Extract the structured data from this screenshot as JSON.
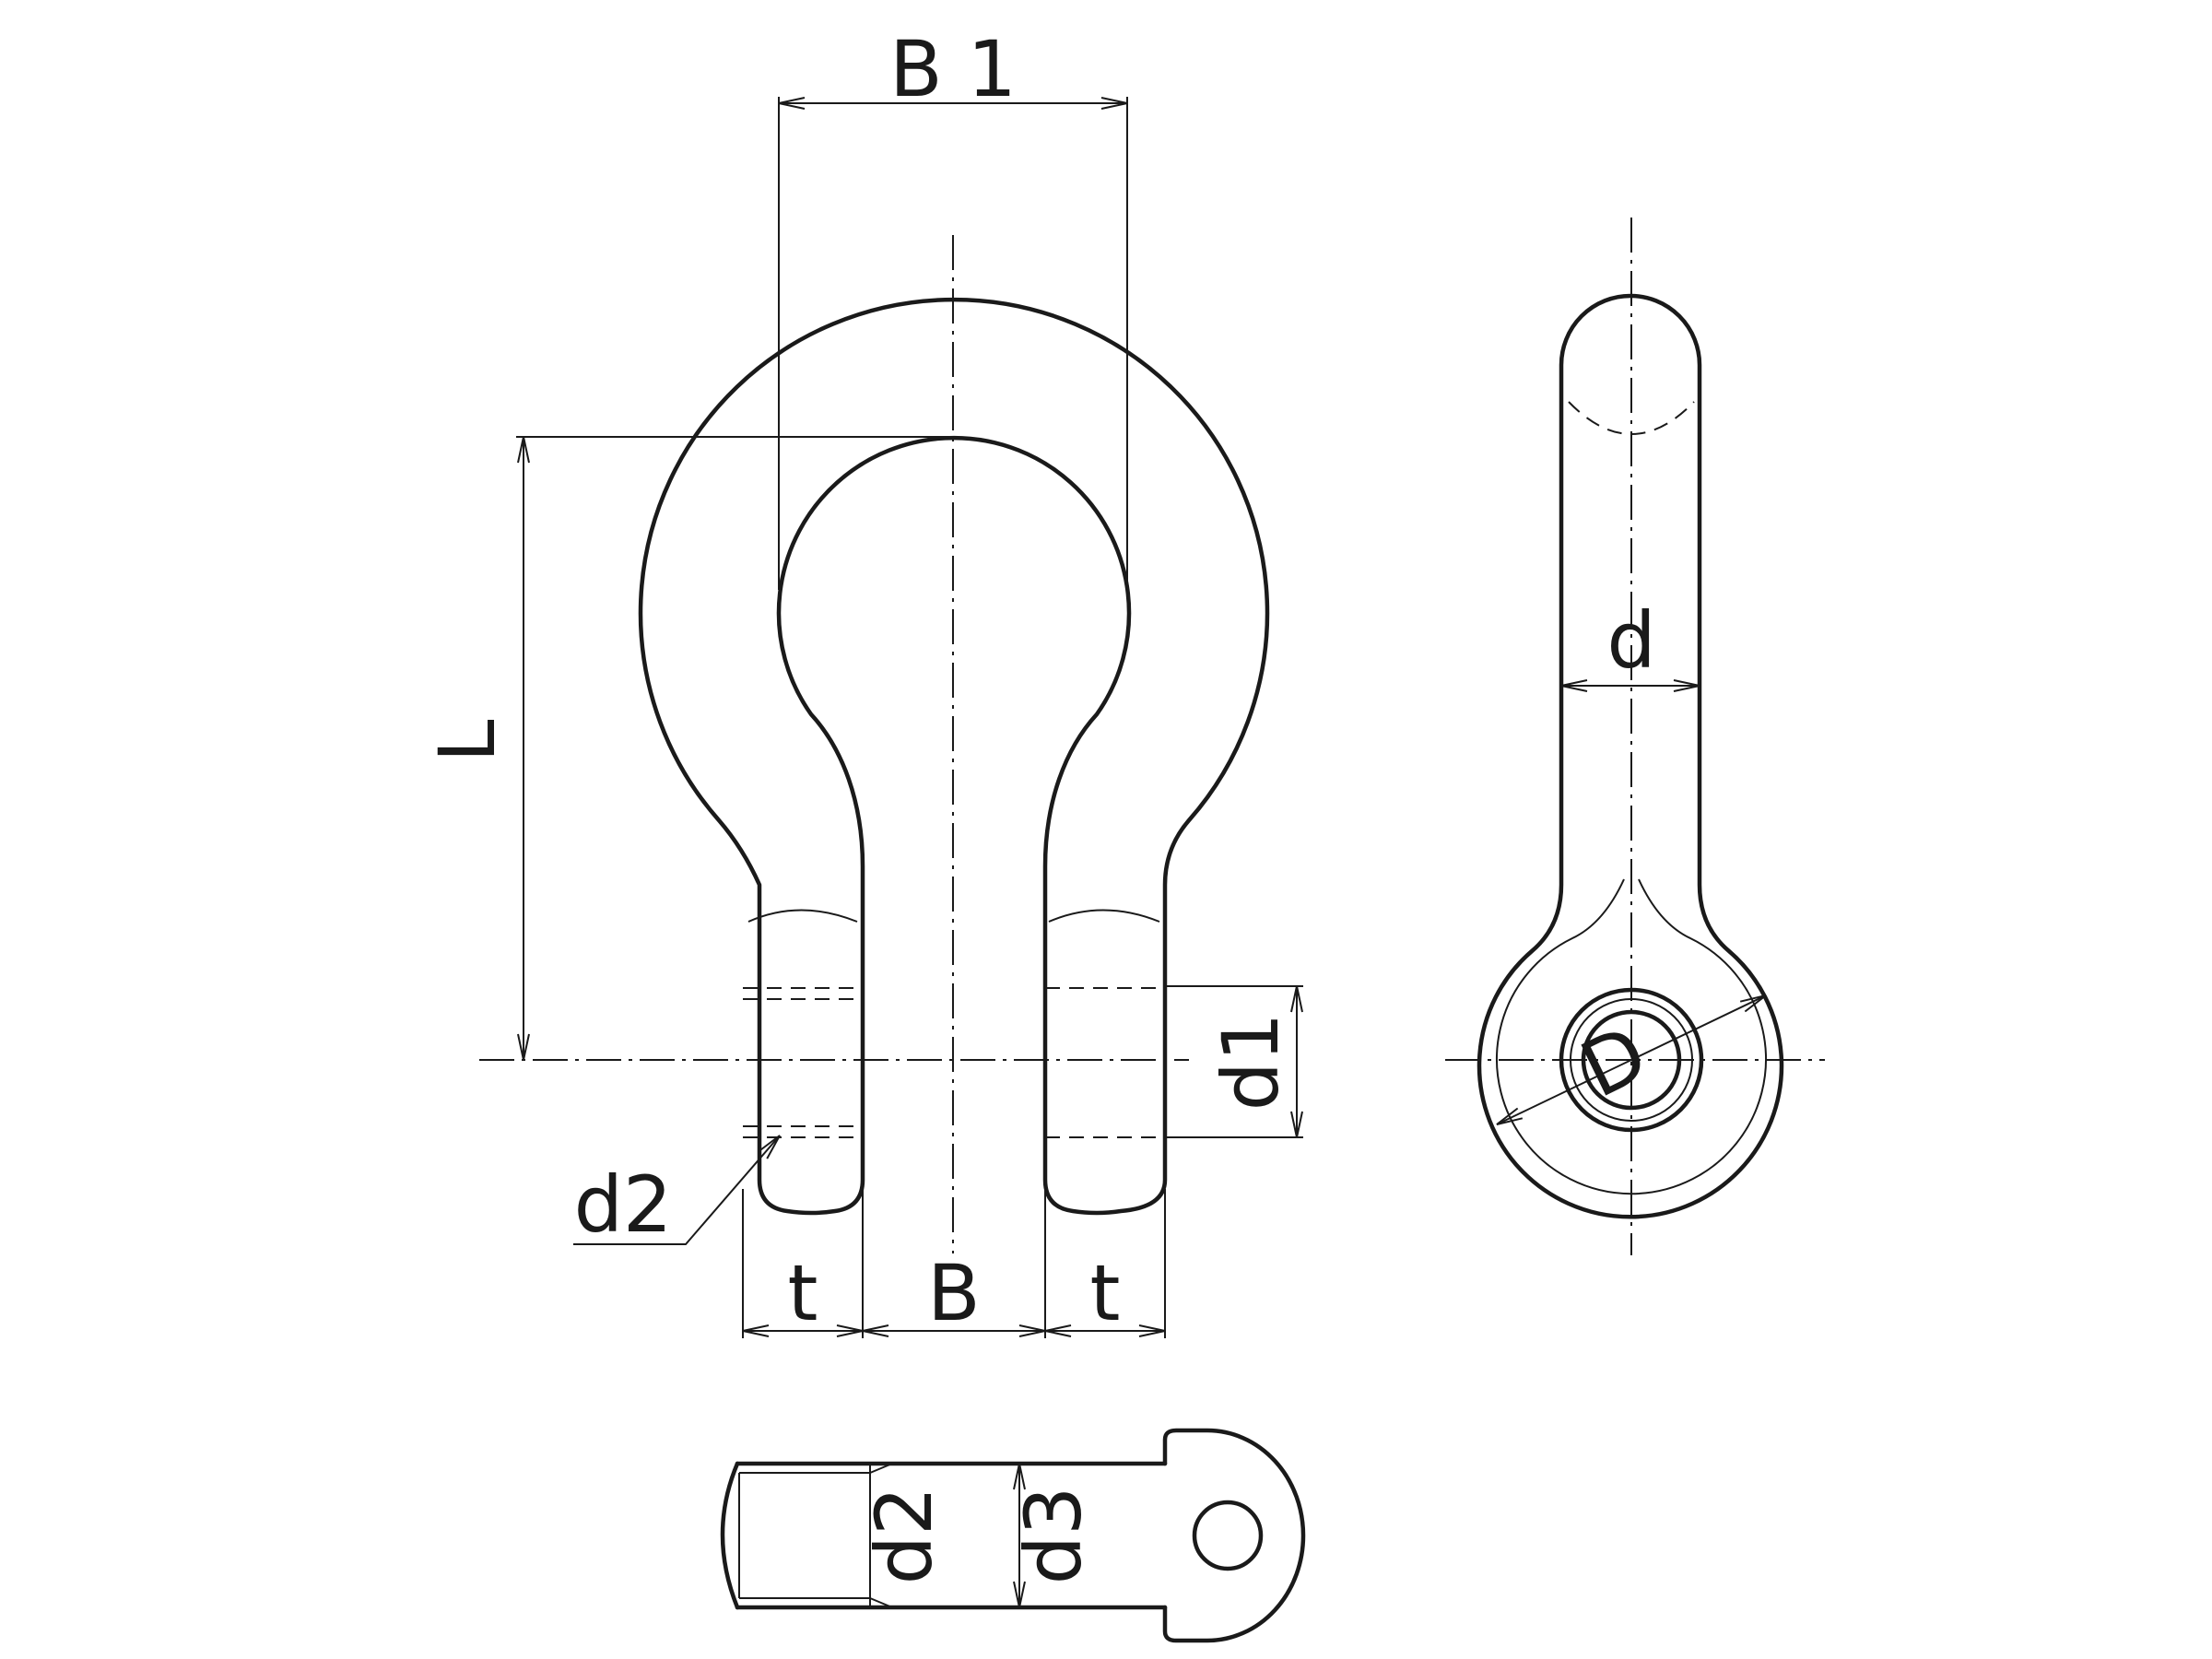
{
  "labels": {
    "b1": "B 1",
    "l": "L",
    "d": "d",
    "d1": "d1",
    "d2": "d2",
    "d2_pin": "d2",
    "d3": "d3",
    "t_left": "t",
    "b": "B",
    "t_right": "t",
    "big_d": "D"
  },
  "colors": {
    "line": "#1a1a1a",
    "background": "#ffffff"
  }
}
